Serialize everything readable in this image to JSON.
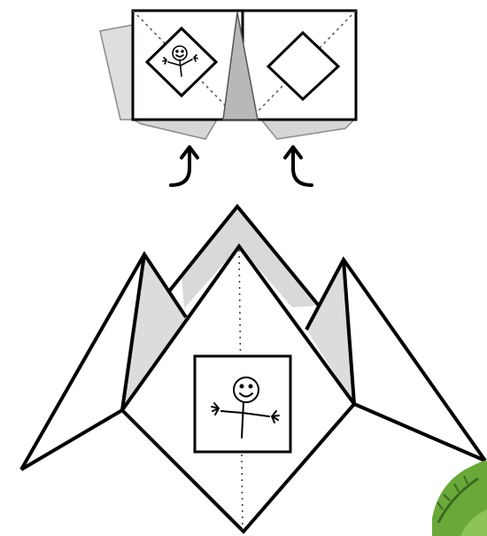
{
  "diagram": {
    "steps": [
      {
        "id": "step-fold-flaps",
        "parts": [
          "folded-sheet",
          "left-panel",
          "right-panel",
          "smiley-window",
          "empty-window",
          "fold-arrow-left",
          "fold-arrow-right"
        ]
      },
      {
        "id": "step-finished-model",
        "parts": [
          "center-peak",
          "left-wing",
          "right-wing",
          "center-crease",
          "smiley-window"
        ]
      }
    ],
    "icons": [
      "smiley-stick-figure-icon",
      "curved-arrow-up-icon",
      "leaf-decoration-icon"
    ],
    "colors": {
      "stroke": "#000000",
      "paper": "#ffffff",
      "shade": "#d9d9d9",
      "shade_dark": "#bfbfbf",
      "leaf_green": "#6aa83a",
      "leaf_dark": "#3c6b1f"
    }
  }
}
